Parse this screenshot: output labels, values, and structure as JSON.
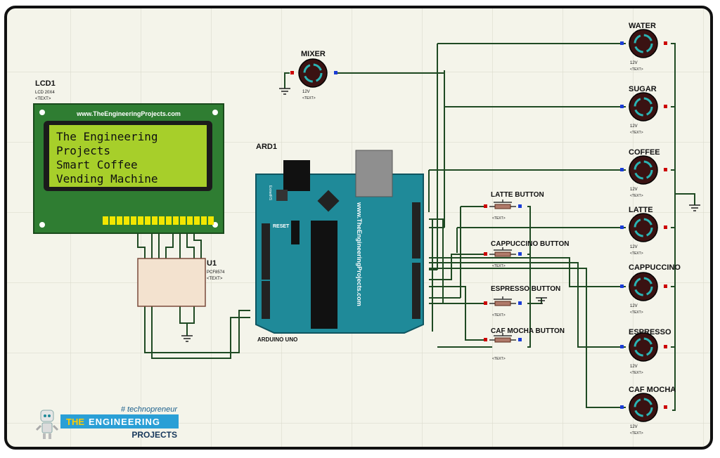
{
  "lcd": {
    "ref": "LCD1",
    "model": "LCD 20X4",
    "text_tag": "<TEXT>",
    "header": "www.TheEngineeringProjects.com",
    "lines": [
      "The Engineering",
      "Projects",
      "Smart Coffee",
      "Vending Machine"
    ]
  },
  "i2c": {
    "ref": "U1",
    "model": "PCF8574",
    "text_tag": "<TEXT>"
  },
  "arduino": {
    "ref": "ARD1",
    "name": "ARDUINO UNO",
    "board_text": "www.TheEngineeringProjects.com",
    "reset_label": "RESET",
    "power_label": "ExmetRS"
  },
  "motors": [
    {
      "name": "MIXER",
      "voltage": "12V",
      "text_tag": "<TEXT>"
    },
    {
      "name": "WATER",
      "voltage": "12V",
      "text_tag": "<TEXT>"
    },
    {
      "name": "SUGAR",
      "voltage": "12V",
      "text_tag": "<TEXT>"
    },
    {
      "name": "COFFEE",
      "voltage": "12V",
      "text_tag": "<TEXT>"
    },
    {
      "name": "LATTE",
      "voltage": "12V",
      "text_tag": "<TEXT>"
    },
    {
      "name": "CAPPUCCINO",
      "voltage": "12V",
      "text_tag": "<TEXT>"
    },
    {
      "name": "ESPRESSO",
      "voltage": "12V",
      "text_tag": "<TEXT>"
    },
    {
      "name": "CAF MOCHA",
      "voltage": "12V",
      "text_tag": "<TEXT>"
    }
  ],
  "buttons": [
    {
      "name": "LATTE BUTTON",
      "text_tag": "<TEXT>"
    },
    {
      "name": "CAPPUCCINO BUTTON",
      "text_tag": "<TEXT>"
    },
    {
      "name": "ESPRESSO BUTTON",
      "text_tag": "<TEXT>"
    },
    {
      "name": "CAF MOCHA BUTTON",
      "text_tag": "<TEXT>"
    }
  ],
  "logo": {
    "tagline": "# technopreneur",
    "line1_a": "THE",
    "line1_b": "ENGINEERING",
    "line2": "PROJECTS"
  },
  "colors": {
    "board": "#1f8a99",
    "lcd_pcb": "#2f7d32",
    "lcd_screen": "#a7cf2a",
    "wire": "#1f4a23"
  }
}
